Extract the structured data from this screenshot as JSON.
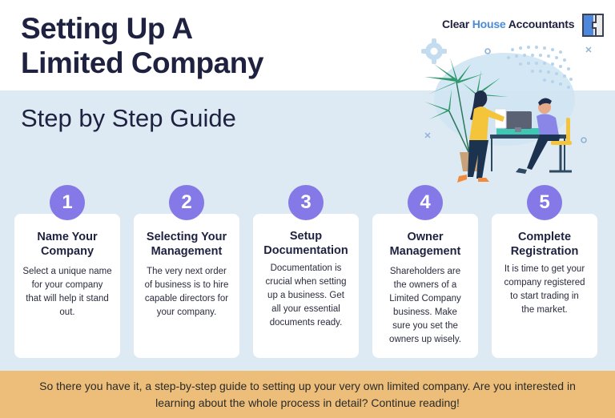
{
  "header": {
    "title_line1": "Setting Up A",
    "title_line2": "Limited Company",
    "subtitle": "Step by Step Guide"
  },
  "brand": {
    "name_part1": "Clear",
    "name_part2": "House",
    "name_part3": "Accountants",
    "logo_icon": "clear-house-logo-icon",
    "accent_color": "#4a8bd6"
  },
  "illustration": {
    "description": "office-team-illustration",
    "icon": "office-illustration-icon"
  },
  "steps": [
    {
      "number": "1",
      "heading_line1": "Name Your",
      "heading_line2": "Company",
      "desc_lines": [
        "Select a unique name",
        "for your company",
        "that will help it stand",
        "out."
      ]
    },
    {
      "number": "2",
      "heading_line1": "Selecting Your",
      "heading_line2": "Management",
      "desc_lines": [
        "The very next order",
        "of business is to hire",
        "capable directors for",
        "your company."
      ]
    },
    {
      "number": "3",
      "heading_line1": "Setup",
      "heading_line2": "Documentation",
      "desc_lines": [
        "Documentation is",
        "crucial when setting",
        "up a business. Get",
        "all your essential",
        "documents ready."
      ]
    },
    {
      "number": "4",
      "heading_line1": "Owner",
      "heading_line2": "Management",
      "desc_lines": [
        "Shareholders are",
        "the owners of a",
        "Limited Company",
        "business. Make",
        "sure you set the",
        "owners up wisely."
      ]
    },
    {
      "number": "5",
      "heading_line1": "Complete",
      "heading_line2": "Registration",
      "desc_lines": [
        "It is time to get your",
        "company registered",
        "to start trading in",
        "the market."
      ]
    }
  ],
  "footer": {
    "line1": "So there you have it, a step-by-step guide to setting up your very own limited company. Are you interested in",
    "line2": "learning about the whole process in detail? Continue reading!"
  },
  "colors": {
    "band_bg": "#deeaf3",
    "step_circle": "#8479e6",
    "footer_bg": "#ecbe79",
    "text_dark": "#1e2140"
  }
}
